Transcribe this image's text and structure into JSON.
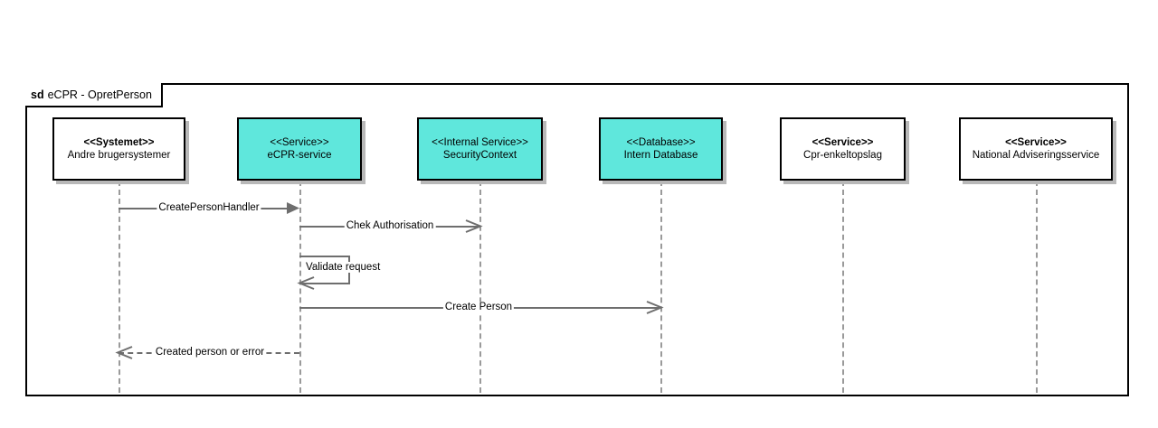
{
  "frame": {
    "keyword": "sd",
    "title": "eCPR - OpretPerson"
  },
  "lifelines": [
    {
      "id": "andre-brugersystemer",
      "stereotype": "<<Systemet>>",
      "name": "Andre brugersystemer",
      "fill": "#FFFFFF",
      "is_highlighted": false
    },
    {
      "id": "ecpr-service",
      "stereotype": "<<Service>>",
      "name": "eCPR-service",
      "fill": "#5FE7DC",
      "is_highlighted": true
    },
    {
      "id": "securitycontext",
      "stereotype": "<<Internal Service>>",
      "name": "SecurityContext",
      "fill": "#5FE7DC",
      "is_highlighted": true
    },
    {
      "id": "intern-database",
      "stereotype": "<<Database>>",
      "name": "Intern Database",
      "fill": "#5FE7DC",
      "is_highlighted": true
    },
    {
      "id": "cpr-enkeltopslag",
      "stereotype": "<<Service>>",
      "name": "Cpr-enkeltopslag",
      "fill": "#FFFFFF",
      "is_highlighted": false
    },
    {
      "id": "national-adviseringsservice",
      "stereotype": "<<Service>>",
      "name": "National Adviseringsservice",
      "fill": "#FFFFFF",
      "is_highlighted": false
    }
  ],
  "messages": [
    {
      "id": "create-person-handler",
      "label": "CreatePersonHandler",
      "from": "andre-brugersystemer",
      "to": "ecpr-service",
      "direction": "right",
      "line_style": "solid",
      "arrow_style": "filled"
    },
    {
      "id": "chek-authorisation",
      "label": "Chek Authorisation",
      "from": "ecpr-service",
      "to": "securitycontext",
      "direction": "right",
      "line_style": "solid",
      "arrow_style": "open"
    },
    {
      "id": "validate-request",
      "label": "Validate request",
      "from": "ecpr-service",
      "to": "ecpr-service",
      "direction": "self",
      "line_style": "solid",
      "arrow_style": "open"
    },
    {
      "id": "create-person",
      "label": "Create Person",
      "from": "ecpr-service",
      "to": "intern-database",
      "direction": "right",
      "line_style": "solid",
      "arrow_style": "open"
    },
    {
      "id": "created-person-or-error",
      "label": "Created person or error",
      "from": "ecpr-service",
      "to": "andre-brugersystemer",
      "direction": "left",
      "line_style": "dashed",
      "arrow_style": "open"
    }
  ],
  "colors": {
    "highlight": "#5FE7DC",
    "line": "#6E6E6E",
    "lifeline": "#9A9A9A",
    "border": "#000000",
    "shadow": "#B8B8B8"
  }
}
